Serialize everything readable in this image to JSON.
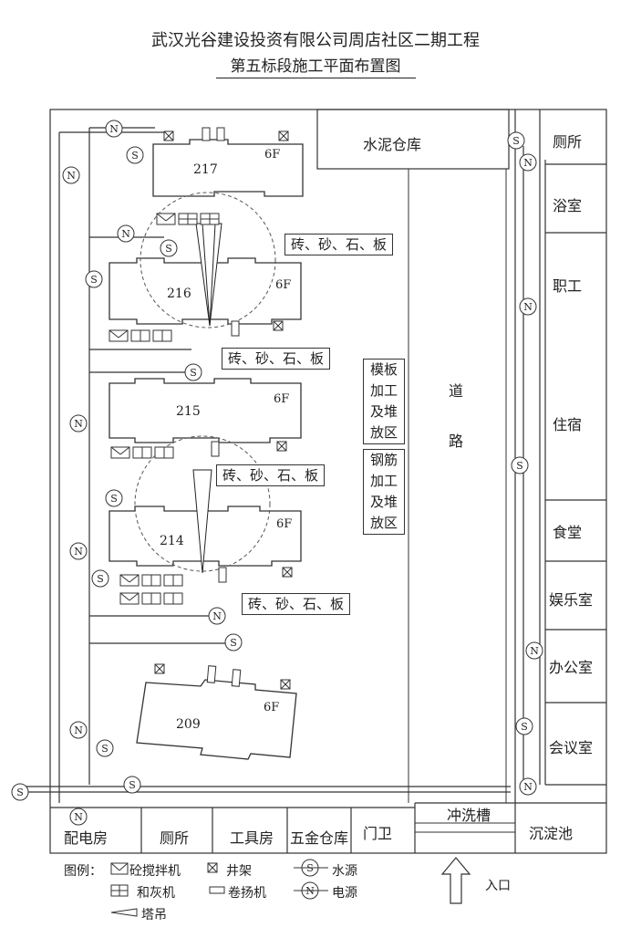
{
  "title": "武汉光谷建设投资有限公司周店社区二期工程",
  "subtitle": "第五标段施工平面布置图",
  "top_building": "水泥仓库",
  "right_rooms": [
    "厕所",
    "浴室",
    "职工",
    "住宿",
    "食堂",
    "娱乐室",
    "办公室",
    "会议室"
  ],
  "right_bottom": "沉淀池",
  "bottom_rooms": [
    "配电房",
    "厕所",
    "工具房",
    "五金仓库",
    "门卫"
  ],
  "wash_trough": "冲洗槽",
  "entrance": "入口",
  "road": [
    "道",
    "路"
  ],
  "buildings": [
    {
      "number": "217",
      "floors": "6F"
    },
    {
      "number": "216",
      "floors": "6F"
    },
    {
      "number": "215",
      "floors": "6F"
    },
    {
      "number": "214",
      "floors": "6F"
    },
    {
      "number": "209",
      "floors": "6F"
    }
  ],
  "material_areas": [
    "砖、砂、石、板",
    "砖、砂、石、板",
    "砖、砂、石、板",
    "砖、砂、石、板"
  ],
  "formwork_area": [
    "模板",
    "加工",
    "及堆",
    "放区"
  ],
  "rebar_area": [
    "钢筋",
    "加工",
    "及堆",
    "放区"
  ],
  "symbol_letters": {
    "water": "S",
    "power": "N"
  },
  "legend": {
    "prefix": "图例：",
    "mixer": "砼搅拌机",
    "hoist_frame": "井架",
    "water": "水源",
    "mortar": "和灰机",
    "winch": "卷扬机",
    "power": "电源",
    "crane": "塔吊"
  }
}
